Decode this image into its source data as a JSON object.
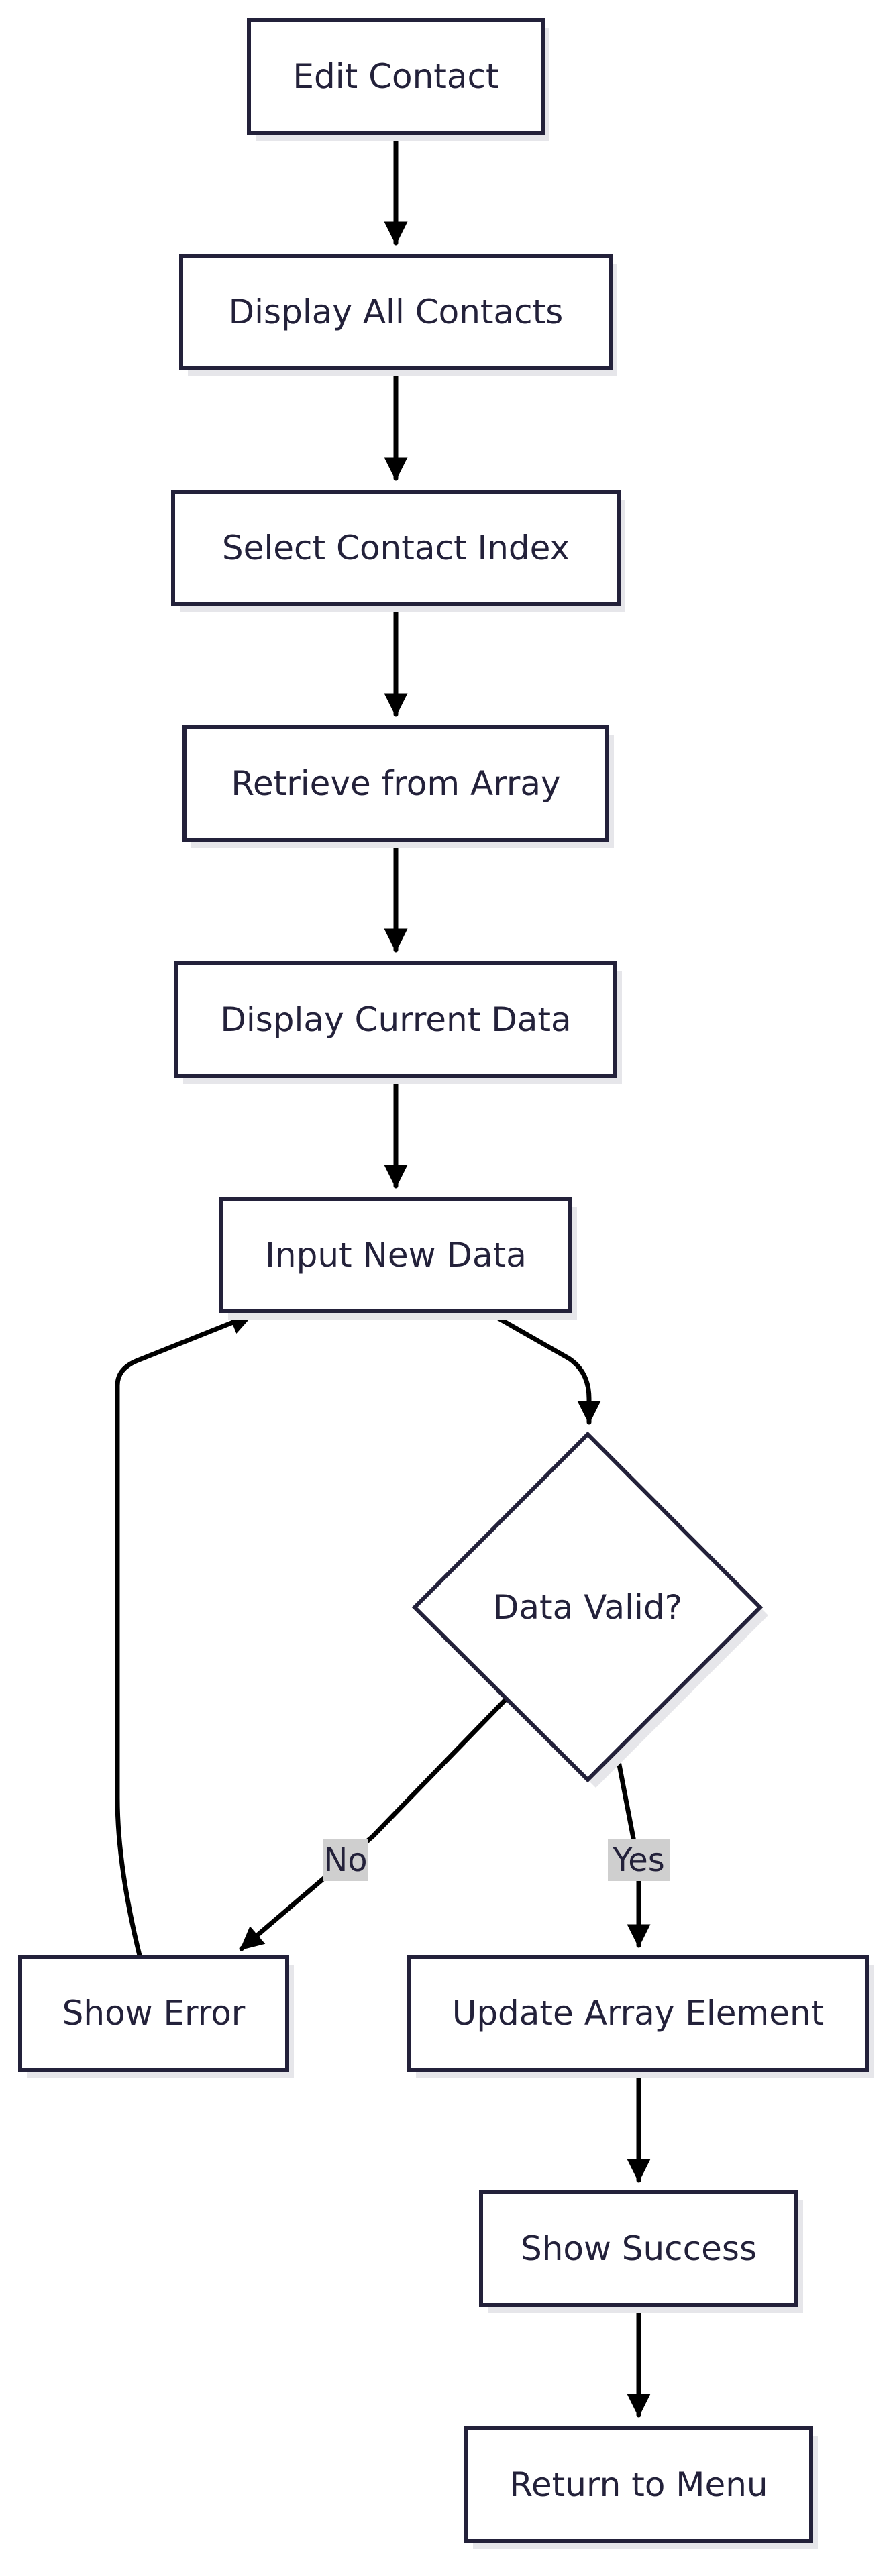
{
  "nodes": {
    "edit_contact": "Edit Contact",
    "display_all_contacts": "Display All Contacts",
    "select_contact_index": "Select Contact Index",
    "retrieve_from_array": "Retrieve from Array",
    "display_current_data": "Display Current Data",
    "input_new_data": "Input New Data",
    "data_valid": "Data Valid?",
    "show_error": "Show Error",
    "update_array_element": "Update Array Element",
    "show_success": "Show Success",
    "return_to_menu": "Return to Menu"
  },
  "edge_labels": {
    "no": "No",
    "yes": "Yes"
  }
}
